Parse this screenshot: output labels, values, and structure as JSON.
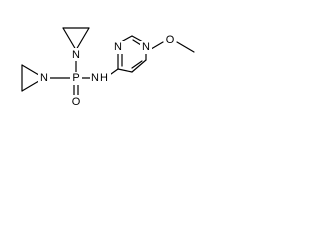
{
  "molecule": {
    "atoms": {
      "aziridine_n_top": "N",
      "aziridine_n_left": "N",
      "phosphorus": "P",
      "phosphoryl_oxygen": "O",
      "amide_n": "N",
      "amide_h": "H",
      "ring_n_top": "N",
      "ring_n_right": "N",
      "methoxy_oxygen": "O"
    }
  }
}
